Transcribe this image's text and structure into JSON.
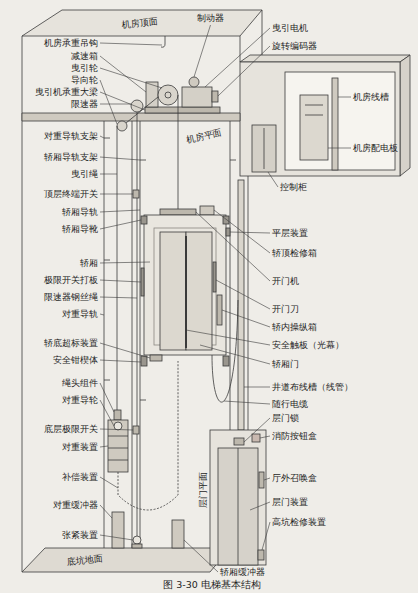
{
  "diagram": {
    "caption": "图 3-30 电梯基本结构",
    "labels": [
      "机房顶面",
      "制动器",
      "曳引电机",
      "旋转编码器",
      "机房承重吊钩",
      "减速箱",
      "曳引轮",
      "导向轮",
      "曳引机承重大梁",
      "限速器",
      "机房线槽",
      "对重导轨支架",
      "机房平面",
      "机房配电板",
      "轿厢导轨支架",
      "曳引绳",
      "控制柜",
      "顶层终端开关",
      "轿厢导轨",
      "轿厢导靴",
      "平层装置",
      "轿顶检修箱",
      "轿厢",
      "极限开关打板",
      "开门机",
      "限速器钢丝绳",
      "开门刀",
      "对重导轨",
      "轿内操纵箱",
      "轿底超标装置",
      "安全触板（光幕）",
      "安全钳楔体",
      "轿厢门",
      "绳头组件",
      "井道布线槽（线管）",
      "对重导轮",
      "随行电缆",
      "层门锁",
      "底层极限开关",
      "消防按钮盒",
      "对重装置",
      "层门平面",
      "补偿装置",
      "厅外召唤盒",
      "层门装置",
      "对重缓冲器",
      "高坑检修装置",
      "张紧装置",
      "底坑地面",
      "轿厢缓冲器"
    ]
  }
}
